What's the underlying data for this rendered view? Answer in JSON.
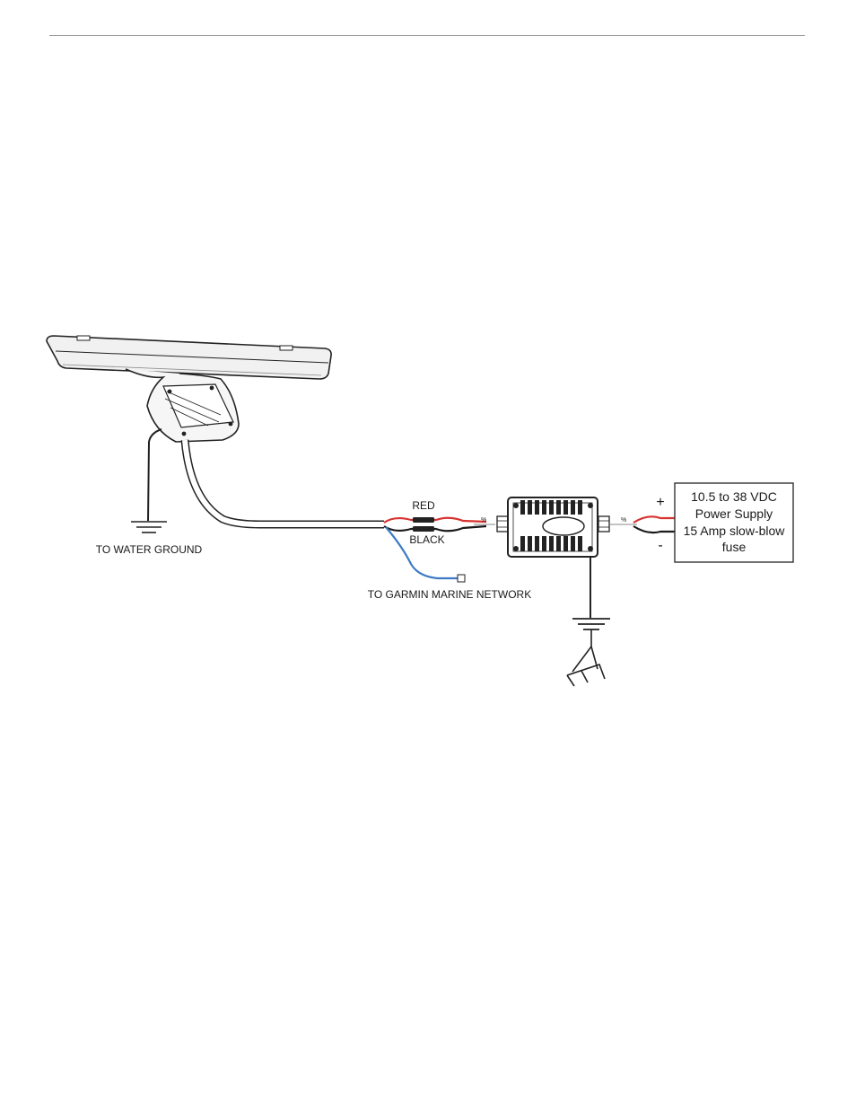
{
  "diagram": {
    "labels": {
      "red": "RED",
      "black": "BLACK",
      "water_ground": "TO WATER GROUND",
      "network": "TO GARMIN MARINE NETWORK",
      "plus": "+",
      "minus": "-"
    },
    "power_supply": {
      "lines": [
        "10.5 to 38 VDC",
        "Power Supply",
        "15 Amp slow-blow",
        "fuse"
      ]
    },
    "colors": {
      "red_wire": "#d6322f",
      "black_wire": "#1a1a1a",
      "blue_wire": "#3d7bc4",
      "outline": "#222222"
    }
  }
}
